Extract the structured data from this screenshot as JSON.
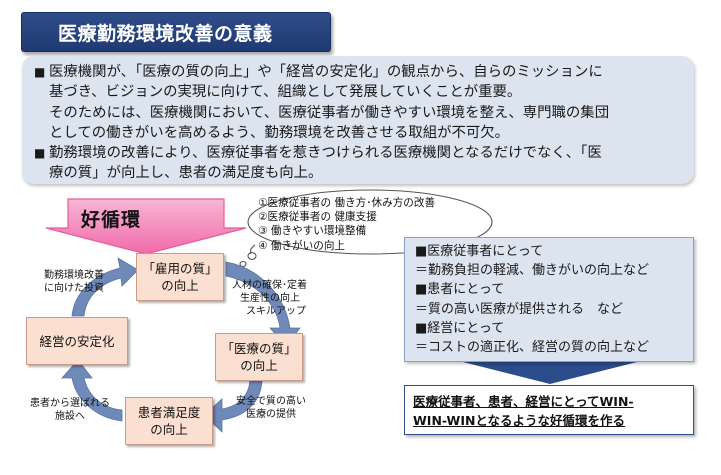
{
  "title": "医療勤務環境改善の意義",
  "intro": {
    "bullet_symbol": "■",
    "line1a": "医療機関が、「医療の質の向上」や「経営の安定化」の観点から、自らのミッションに",
    "line1b": "基づき、ビジョンの実現に向けて、組織として発展していくことが重要。",
    "line2a": "そのためには、医療機関において、医療従事者が働きやすい環境を整え、専門職の集団",
    "line2b": "としての働きがいを高めるよう、勤務環境を改善させる取組が不可欠。",
    "line3a": "勤務環境の改善により、医療従事者を惹きつけられる医療機関となるだけでなく、「医",
    "line3b": "療の質」が向上し、患者の満足度も向上。"
  },
  "cycle": {
    "label": "好循環",
    "bubble_items": [
      "①医療従事者の 働き方･休み方の改善",
      "②医療従事者の 健康支援",
      "③ 働きやすい環境整備",
      "④ 働きがいの向上"
    ],
    "nodes": {
      "koyou": [
        "「雇用の質」",
        "の向上"
      ],
      "iryou": [
        "「医療の質」",
        "の向上"
      ],
      "kanja": [
        "患者満足度",
        "の向上"
      ],
      "keiei": "経営の安定化"
    },
    "labels": {
      "top_left": [
        "勤務環境改善",
        "に向けた投資"
      ],
      "right_top": [
        "人材の確保･定着",
        "生産性の向上",
        "スキルアップ"
      ],
      "right_bottom": [
        "安全で質の高い",
        "医療の提供"
      ],
      "bottom_left": [
        "患者から選ばれる",
        "施設へ"
      ]
    }
  },
  "benefits": {
    "items": [
      "■医療従事者にとって",
      "＝勤務負担の軽減、働きがいの向上など",
      "■患者にとって",
      "＝質の高い医療が提供される　など",
      "■経営にとって",
      "＝コストの適正化、経営の質の向上など"
    ]
  },
  "conclusion": {
    "line1": "医療従事者、患者、経営にとってWIN-",
    "line2": "WIN-WINとなるような好循環を作る"
  },
  "colors": {
    "title_bg": "#2f4d8a",
    "box_bg": "#dce4f0",
    "node_bg": "#fbe0d2",
    "arrow_blue": "#6f89b8",
    "kojunkan_pink": "#f37ab5",
    "arrow_dark": "#2d4c8c"
  }
}
